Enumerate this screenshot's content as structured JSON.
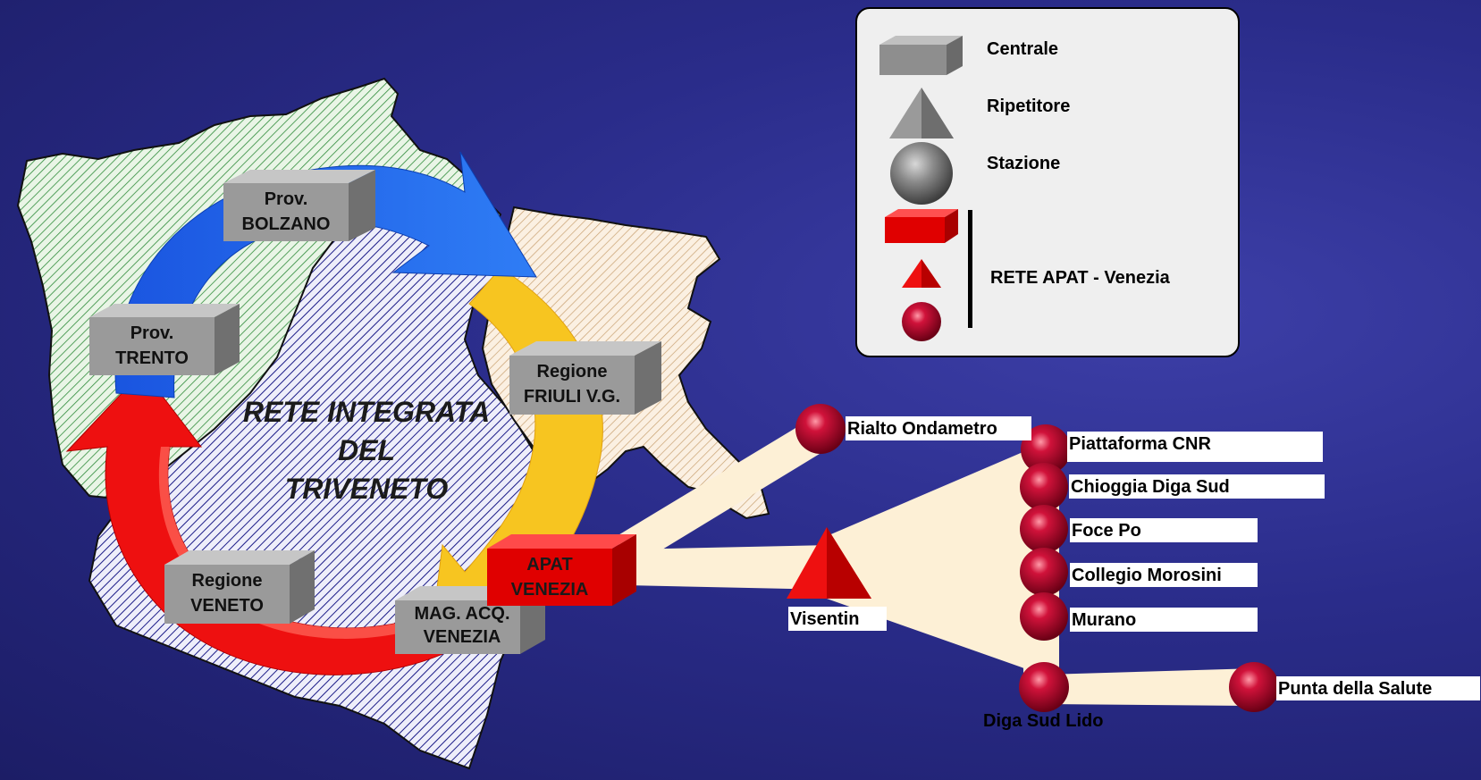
{
  "diagram_title": [
    "RETE INTEGRATA",
    "DEL",
    "TRIVENETO"
  ],
  "nodes": {
    "bolzano": [
      "Prov.",
      "BOLZANO"
    ],
    "trento": [
      "Prov.",
      "TRENTO"
    ],
    "friuli": [
      "Regione",
      "FRIULI V.G."
    ],
    "veneto": [
      "Regione",
      "VENETO"
    ],
    "magacq": [
      "MAG. ACQ.",
      "VENEZIA"
    ],
    "apat": [
      "APAT",
      "VENEZIA"
    ]
  },
  "stations": {
    "rialto": "Rialto Ondametro",
    "visentin": "Visentin",
    "piattaforma": "Piattaforma CNR",
    "chioggia": "Chioggia Diga Sud",
    "focepo": "Foce Po",
    "morosini": "Collegio Morosini",
    "murano": "Murano",
    "diga_sud_lido": "Diga Sud Lido",
    "punta": "Punta della Salute"
  },
  "legend": {
    "centrale": "Centrale",
    "ripetitore": "Ripetitore",
    "stazione": "Stazione",
    "rete": "RETE APAT - Venezia"
  },
  "colors": {
    "background": "#2a2c8a",
    "arrow_blue": "#1e62f0",
    "arrow_yellow": "#f7c520",
    "arrow_red": "#ee1010",
    "region_green": "#2e8b3a",
    "region_blue": "#1c1c88",
    "region_tan": "#c8a070",
    "link_beam": "#fdf0d6"
  }
}
